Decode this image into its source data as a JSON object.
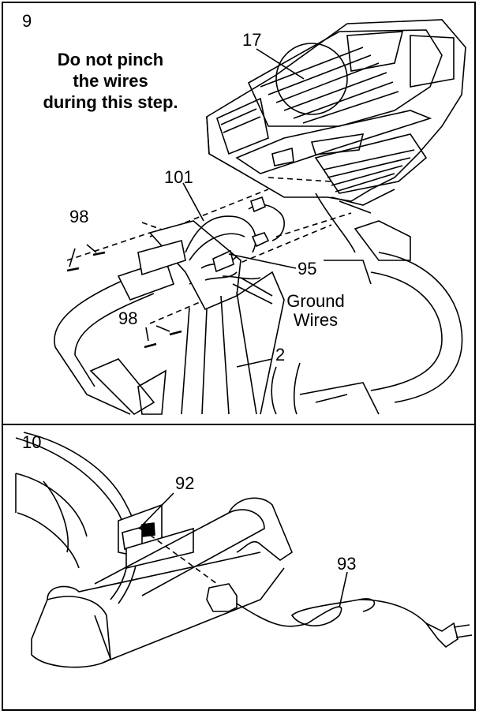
{
  "step9": {
    "number": "9",
    "warning_lines": [
      "Do not pinch",
      "the wires",
      "during this step."
    ],
    "labels": {
      "console": "17",
      "wire_harness": "101",
      "screws_top": "98",
      "screws_bottom": "98",
      "bracket": "95",
      "ground_wires_line1": "Ground",
      "ground_wires_line2": "Wires",
      "upright": "2"
    }
  },
  "step10": {
    "number": "10",
    "labels": {
      "receptacle": "92",
      "power_cord": "93"
    }
  }
}
